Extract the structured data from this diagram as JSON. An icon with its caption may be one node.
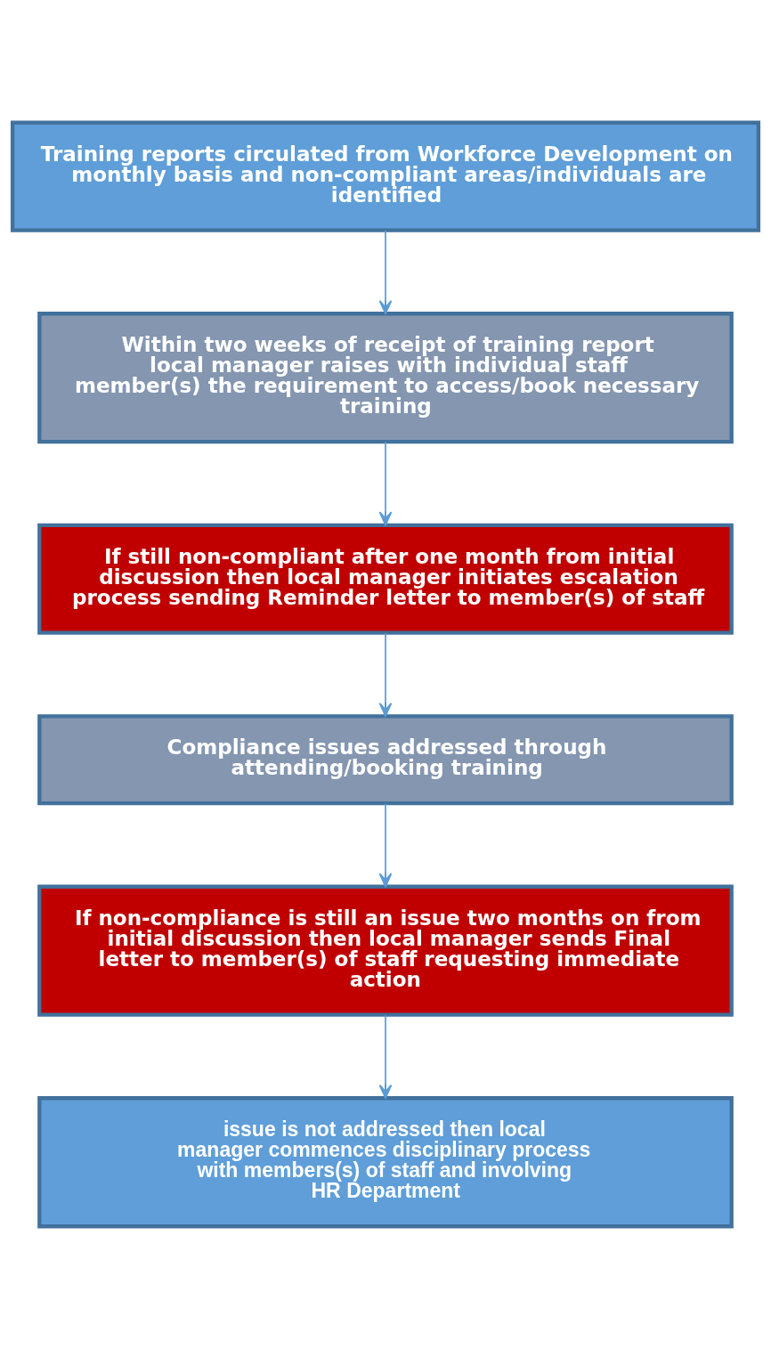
{
  "diagram": {
    "nodes": [
      {
        "text": [
          "Training reports circulated from Workforce Development on monthly basis and non-compliant areas/individuals are identified"
        ]
      },
      {
        "text": [
          "Within two weeks of receipt of training report local manager raises with individual staff member(s) the requirement to access/book necessary training"
        ]
      },
      {
        "text": [
          "If still non-compliant after one month from initial discussion then local manager initiates escalation process sending Reminder letter to member(s) of staff"
        ]
      },
      {
        "text": [
          "Compliance issues addressed through attending/booking training"
        ]
      },
      {
        "text": [
          "If non-compliance is still an issue two months on from initial discussion then local manager sends Final letter to member(s) of staff requesting immediate action"
        ]
      },
      {
        "text": [
          "issue is not addressed then local manager commences disciplinary process with members(s) of staff and involving HR Department"
        ]
      }
    ],
    "edges": [
      {
        "from": 0,
        "to": 1,
        "arrow": "to"
      },
      {
        "from": 1,
        "to": 2,
        "arrow": "to"
      },
      {
        "from": 2,
        "to": 3,
        "arrow": "to"
      },
      {
        "from": 3,
        "to": 4,
        "arrow": "to"
      },
      {
        "from": 4,
        "to": 5,
        "arrow": "to"
      }
    ]
  }
}
